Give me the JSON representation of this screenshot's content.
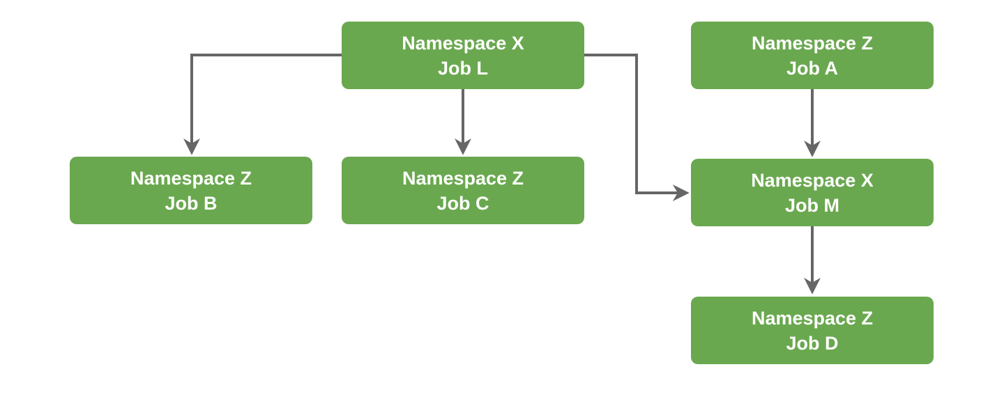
{
  "diagram": {
    "nodes": [
      {
        "id": "x-l",
        "line1": "Namespace X",
        "line2": "Job L"
      },
      {
        "id": "z-a",
        "line1": "Namespace Z",
        "line2": "Job A"
      },
      {
        "id": "z-b",
        "line1": "Namespace Z",
        "line2": "Job B"
      },
      {
        "id": "z-c",
        "line1": "Namespace Z",
        "line2": "Job C"
      },
      {
        "id": "x-m",
        "line1": "Namespace X",
        "line2": "Job M"
      },
      {
        "id": "z-d",
        "line1": "Namespace Z",
        "line2": "Job D"
      }
    ],
    "edges": [
      {
        "from": "x-l",
        "to": "z-b"
      },
      {
        "from": "x-l",
        "to": "z-c"
      },
      {
        "from": "x-l",
        "to": "x-m"
      },
      {
        "from": "z-a",
        "to": "x-m"
      },
      {
        "from": "x-m",
        "to": "z-d"
      }
    ],
    "colors": {
      "node_fill": "#6aa84f",
      "node_text": "#ffffff",
      "edge": "#666666"
    }
  }
}
